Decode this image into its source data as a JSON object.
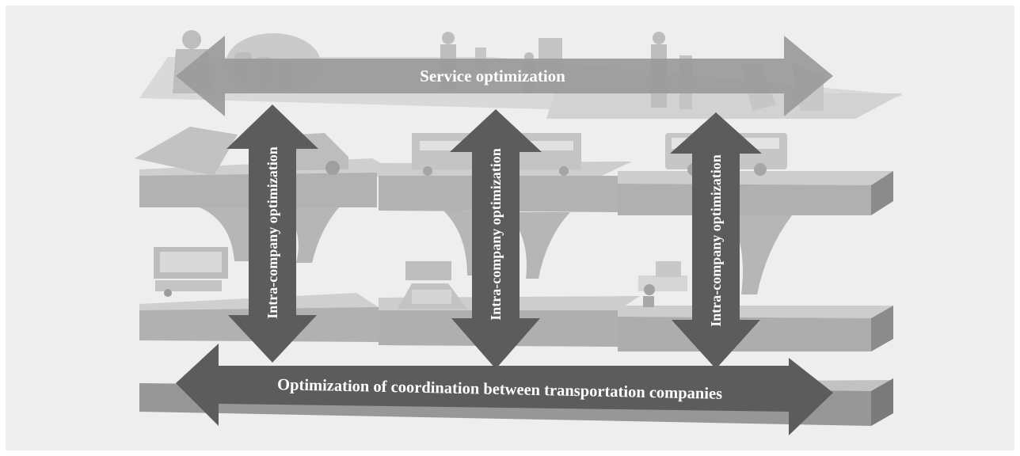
{
  "diagram": {
    "top_label": "Service optimization",
    "vertical_labels": [
      "Intra-company optimization",
      "Intra-company optimization",
      "Intra-company optimization"
    ],
    "bottom_label": "Optimization of coordination between transportation companies"
  },
  "colors": {
    "background": "#eeeeee",
    "arrow_dark": "#5c5c5c",
    "top_arrow": "#9a9a9a",
    "slab_top": "#cfcfcf",
    "slab_front": "#a9a9a9",
    "slab_side": "#8b8b8b"
  }
}
